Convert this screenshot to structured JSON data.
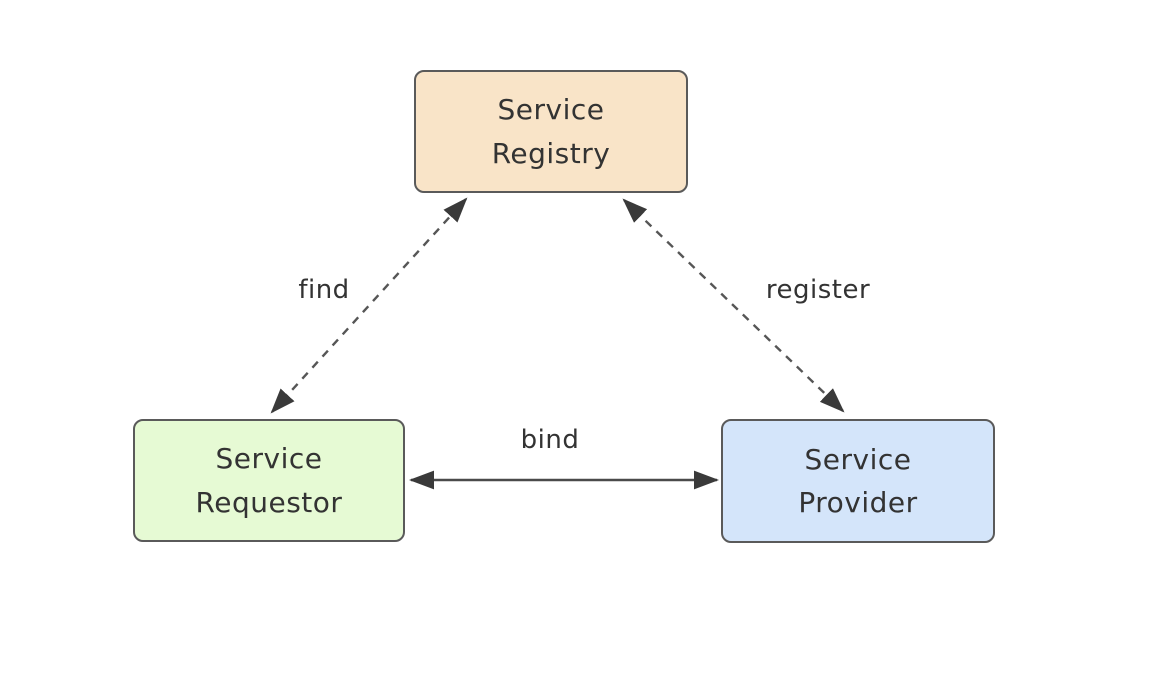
{
  "diagram": {
    "type": "soa-triangle-diagram",
    "background": "#ffffff",
    "nodes": [
      {
        "id": "service-registry",
        "label": "Service Registry",
        "lines": [
          "Service",
          "Registry"
        ],
        "fill": "#f9e4c8"
      },
      {
        "id": "service-requestor",
        "label": "Service Requestor",
        "lines": [
          "Service",
          "Requestor"
        ],
        "fill": "#e6fad4"
      },
      {
        "id": "service-provider",
        "label": "Service Provider",
        "lines": [
          "Service",
          "Provider"
        ],
        "fill": "#d4e5fa"
      }
    ],
    "edges": [
      {
        "id": "find",
        "label": "find",
        "from": "service-requestor",
        "to": "service-registry",
        "line_style": "dashed",
        "direction": "bidirectional"
      },
      {
        "id": "register",
        "label": "register",
        "from": "service-provider",
        "to": "service-registry",
        "line_style": "dashed",
        "direction": "bidirectional"
      },
      {
        "id": "bind",
        "label": "bind",
        "from": "service-requestor",
        "to": "service-provider",
        "line_style": "solid",
        "direction": "bidirectional"
      }
    ],
    "colors": {
      "node_border": "#5a5a5a",
      "arrow": "#3a3a3a",
      "text": "#333333"
    }
  }
}
